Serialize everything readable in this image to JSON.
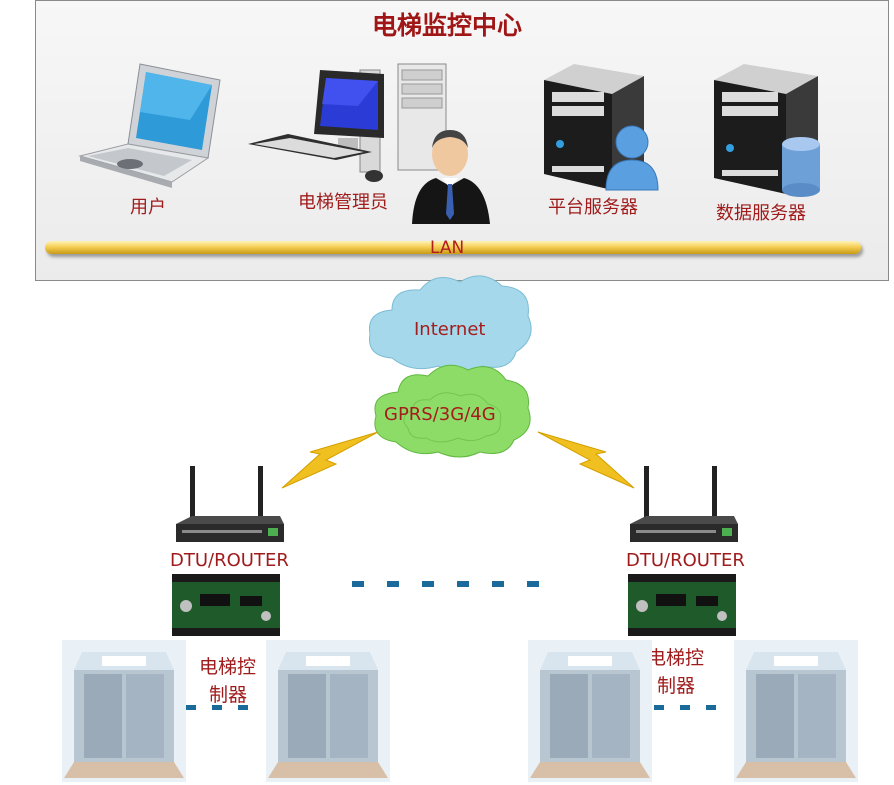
{
  "center": {
    "title": "电梯监控中心",
    "user": "用户",
    "admin": "电梯管理员",
    "platform_server": "平台服务器",
    "data_server": "数据服务器",
    "lan": "LAN"
  },
  "network": {
    "internet": "Internet",
    "mobile": "GPRS/3G/4G"
  },
  "sites": [
    {
      "router": "DTU/ROUTER",
      "controller_line1": "电梯控",
      "controller_line2": "制器"
    },
    {
      "router": "DTU/ROUTER",
      "controller_line1": "电梯控",
      "controller_line2": "制器"
    }
  ],
  "colors": {
    "label": "#a01c1c",
    "lan_bar": "#f5cf55",
    "dots": "#1a6a9a",
    "internet_cloud": "#9fd3e6",
    "mobile_cloud": "#8fd96a",
    "lightning": "#f0c020"
  },
  "icons": [
    "laptop-icon",
    "desktop-computer-icon",
    "administrator-icon",
    "server-icon",
    "user-icon",
    "database-icon",
    "router-icon",
    "controller-board-icon",
    "elevator-icon",
    "lightning-icon",
    "cloud-icon"
  ]
}
